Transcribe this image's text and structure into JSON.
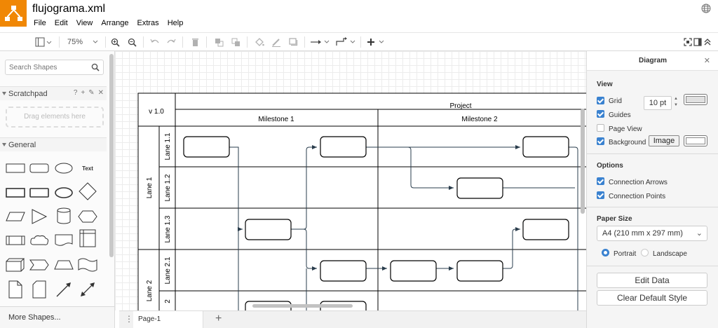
{
  "header": {
    "doc_title": "flujograma.xml",
    "menu": [
      "File",
      "Edit",
      "View",
      "Arrange",
      "Extras",
      "Help"
    ]
  },
  "toolbar": {
    "zoom": "75%"
  },
  "sidebar": {
    "search_placeholder": "Search Shapes",
    "scratchpad_title": "Scratchpad",
    "scratchpad_help": "?",
    "scratchpad_drop": "Drag elements here",
    "general_title": "General",
    "text_shape_label": "Text",
    "more_shapes": "More Shapes..."
  },
  "diagram": {
    "version": "v 1.0",
    "project": "Project",
    "milestones": [
      "Milestone 1",
      "Milestone 2"
    ],
    "pools": [
      "Lane 1",
      "Lane 2"
    ],
    "lanes": [
      "Lane 1.1",
      "Lane 1.2",
      "Lane 1.3",
      "Lane 2.1",
      "2"
    ]
  },
  "pages": {
    "tabs": [
      "Page-1"
    ]
  },
  "format_panel": {
    "title": "Diagram",
    "view_heading": "View",
    "grid_label": "Grid",
    "grid_checked": true,
    "grid_size": "10 pt",
    "guides_label": "Guides",
    "guides_checked": true,
    "page_view_label": "Page View",
    "page_view_checked": false,
    "background_label": "Background",
    "background_checked": true,
    "image_button": "Image",
    "options_heading": "Options",
    "connection_arrows_label": "Connection Arrows",
    "connection_arrows_checked": true,
    "connection_points_label": "Connection Points",
    "connection_points_checked": true,
    "paper_size_heading": "Paper Size",
    "paper_size_value": "A4 (210 mm x 297 mm)",
    "orientation_options": [
      "Portrait",
      "Landscape"
    ],
    "orientation_selected": "Portrait",
    "edit_data_button": "Edit Data",
    "clear_style_button": "Clear Default Style"
  },
  "colors": {
    "logo": "#f08705",
    "accent": "#3a82d0",
    "connector": "#2a3d4c"
  }
}
